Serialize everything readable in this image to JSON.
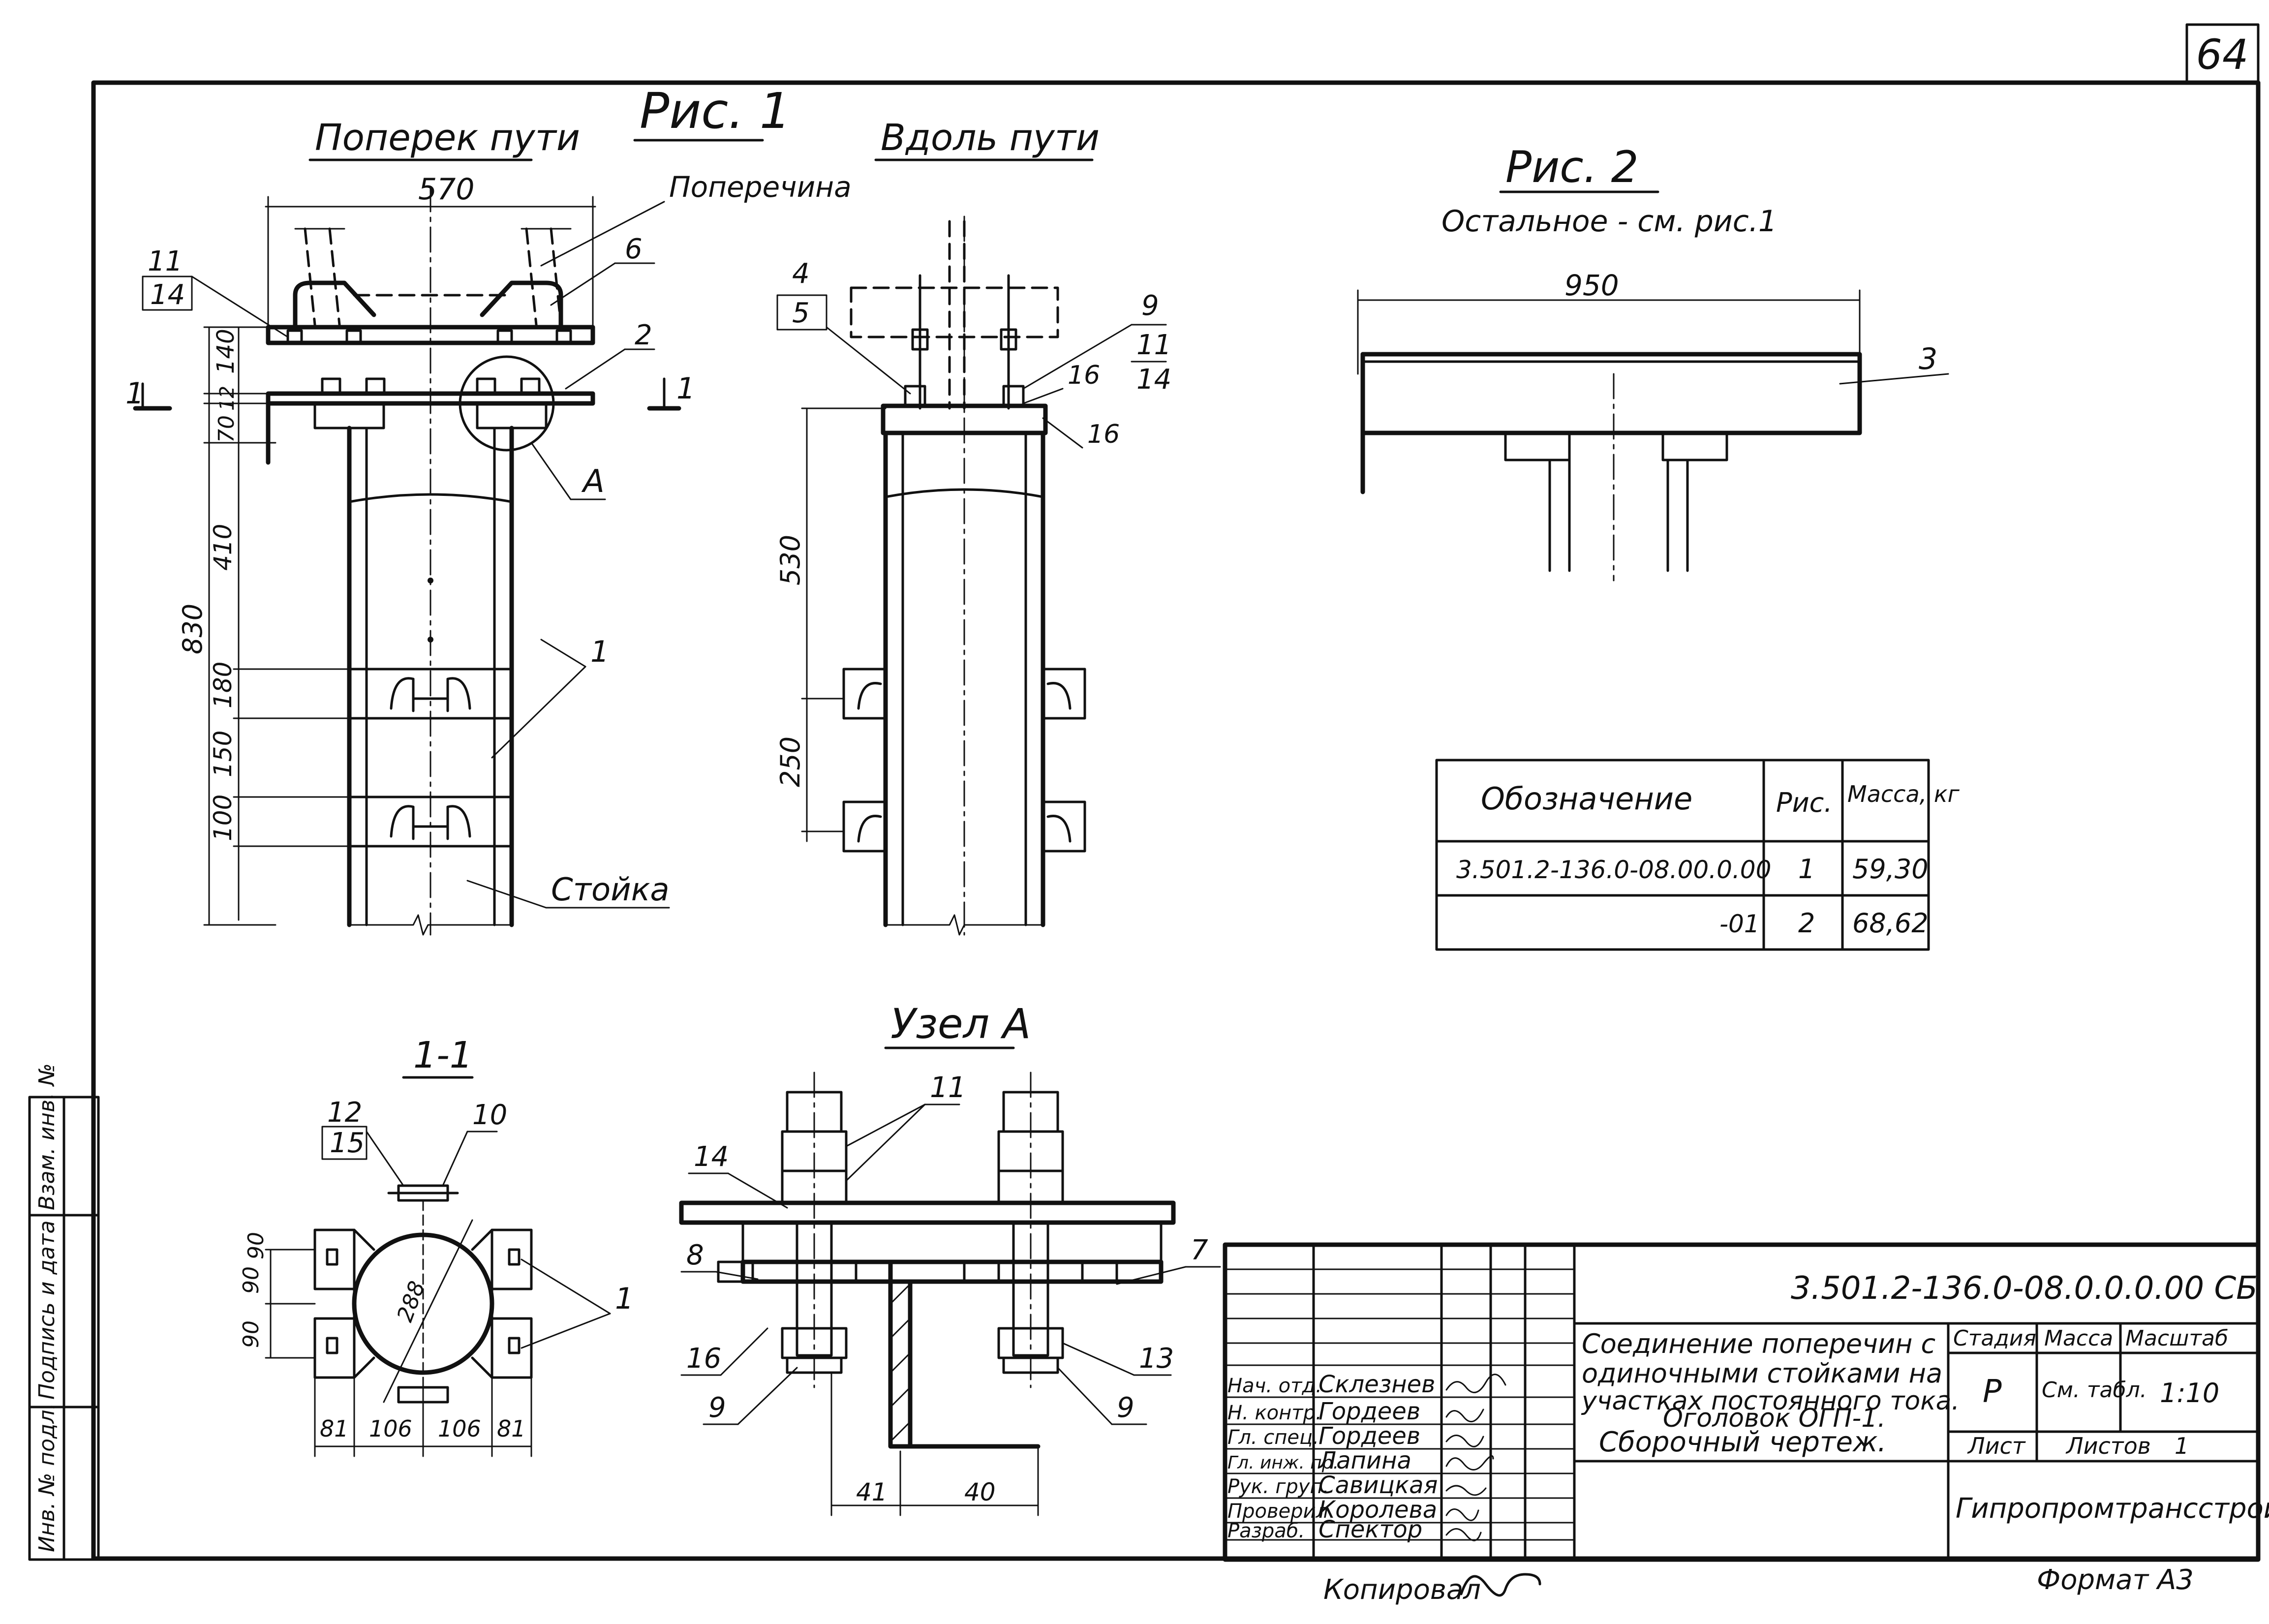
{
  "sheet": {
    "number": "64",
    "format_label": "Формат А3",
    "copied_by_label": "Копировал"
  },
  "fig1": {
    "title": "Рис. 1",
    "view_across": "Поперек пути",
    "view_along": "Вдоль пути",
    "label_crossbar": "Поперечина",
    "label_post": "Стойка",
    "callout_a": "А",
    "section_mark": "1",
    "dims_across": {
      "width": "570",
      "d140": "140",
      "d12": "12",
      "d70": "70",
      "d830": "830",
      "d410": "410",
      "d180": "180",
      "d150": "150",
      "d100": "100"
    },
    "dims_along": {
      "d530": "530",
      "d250": "250"
    },
    "pos_across": {
      "p11": "11",
      "p14": "14",
      "p6": "6",
      "p2": "2",
      "p1": "1"
    },
    "pos_along": {
      "p4": "4",
      "p5": "5",
      "p9": "9",
      "p11": "11",
      "p14": "14",
      "p16a": "16",
      "p16b": "16"
    }
  },
  "fig2": {
    "title": "Рис. 2",
    "note": "Остальное - см. рис.1",
    "width": "950",
    "pos3": "3"
  },
  "spec_table": {
    "headers": [
      "Обозначение",
      "Рис.",
      "Масса, кг"
    ],
    "rows": [
      {
        "designation": "3.501.2-136.0-08.00.0.00",
        "fig": "1",
        "mass": "59,30"
      },
      {
        "designation": "-01",
        "fig": "2",
        "mass": "68,62"
      }
    ]
  },
  "section11": {
    "title": "1-1",
    "pos": {
      "p12": "12",
      "p15": "15",
      "p10": "10",
      "p1": "1"
    },
    "dims": {
      "d90a": "90",
      "d90b": "90",
      "d90c": "90",
      "d288": "288",
      "d81a": "81",
      "d106a": "106",
      "d106b": "106",
      "d81b": "81"
    }
  },
  "node_a": {
    "title": "Узел А",
    "pos": {
      "p11": "11",
      "p14": "14",
      "p8": "8",
      "p16": "16",
      "p9a": "9",
      "p7": "7",
      "p13": "13",
      "p9b": "9"
    },
    "dims": {
      "d41": "41",
      "d40": "40"
    }
  },
  "title_block": {
    "code": "3.501.2-136.0-08.0.0.0.00 СБ",
    "title_lines": [
      "Соединение поперечин с",
      "одиночными стойками на",
      "участках постоянного тока.",
      "Оголовок ОГП-1.",
      "Сборочный чертеж."
    ],
    "stage_header": "Стадия",
    "mass_header": "Масса",
    "scale_header": "Масштаб",
    "stage": "Р",
    "mass": "См. табл.",
    "scale": "1:10",
    "sheet_label": "Лист",
    "sheets_label": "Листов",
    "sheets_count": "1",
    "organization": "Гипропромтрансстрой",
    "staff": [
      {
        "role": "Нач. отд.",
        "name": "Склезнев"
      },
      {
        "role": "Н. контр.",
        "name": "Гордеев"
      },
      {
        "role": "Гл. спец.",
        "name": "Гордеев"
      },
      {
        "role": "Гл. инж. пр.",
        "name": "Лапина"
      },
      {
        "role": "Рук. груп.",
        "name": "Савицкая"
      },
      {
        "role": "Проверил",
        "name": "Королева"
      },
      {
        "role": "Разраб.",
        "name": "Спектор"
      }
    ]
  },
  "left_strip": {
    "inv_no": "Инв. № подл.",
    "sign_date": "Подпись и дата",
    "replaces_inv": "Взам. инв. №"
  }
}
